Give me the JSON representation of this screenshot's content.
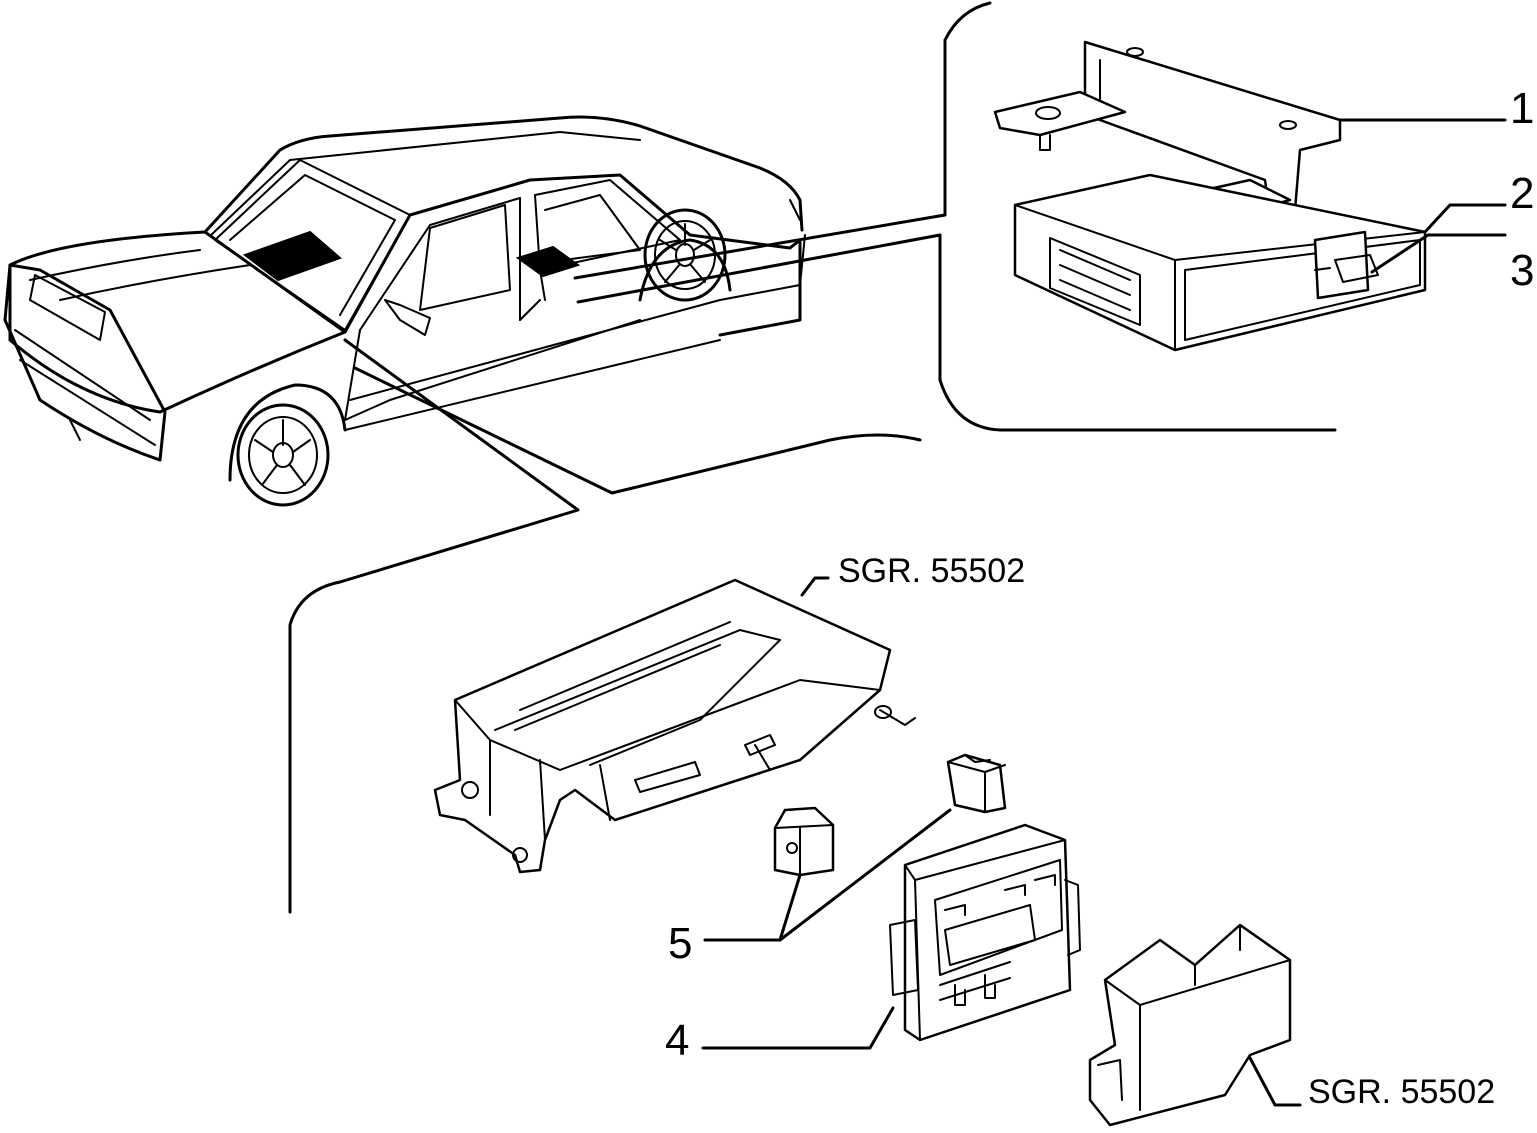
{
  "callouts": {
    "c1": "1",
    "c2": "2",
    "c3": "3",
    "c4": "4",
    "c5": "5"
  },
  "references": {
    "ref_upper": "SGR. 55502",
    "ref_lower": "SGR. 55502"
  },
  "colors": {
    "line": "#000000",
    "background": "#ffffff"
  }
}
